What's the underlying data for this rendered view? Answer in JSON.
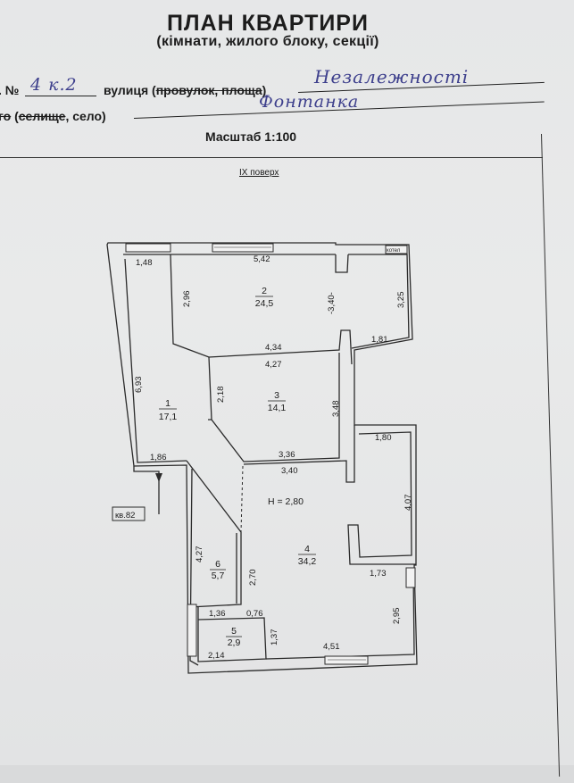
{
  "header": {
    "title": "ПЛАН КВАРТИРИ",
    "subtitle": "(кімнати, жилого блоку, секції)",
    "house_prefix": ". №",
    "house_number_handwritten": "4 к.2",
    "street_label_a": "вулиця (",
    "street_label_strike": "провулок, площа",
    "street_label_b": ")",
    "street_handwritten": "Незалежності",
    "settlement_prefix_strike": "го",
    "settlement_label_a": " (",
    "settlement_label_strike": "селище",
    "settlement_label_b": ", село)",
    "settlement_handwritten": "Фонтанка",
    "scale": "Масштаб 1:100"
  },
  "plan": {
    "floor": "IX поверх",
    "boiler": "котел",
    "height": "Н = 2,80",
    "entrance": "кв.82",
    "rooms": [
      {
        "number": "1",
        "area": "17,1"
      },
      {
        "number": "2",
        "area": "24,5"
      },
      {
        "number": "3",
        "area": "14,1"
      },
      {
        "number": "4",
        "area": "34,2"
      },
      {
        "number": "5",
        "area": "2,9"
      },
      {
        "number": "6",
        "area": "5,7"
      }
    ],
    "dimensions": {
      "d_148": "1,48",
      "d_542": "5,42",
      "d_296": "2,96",
      "d_340v": "-3,40-",
      "d_325": "3,25",
      "d_434": "4,34",
      "d_181": "1,81",
      "d_693": "6,93",
      "d_427h": "4,27",
      "d_218": "2,18",
      "d_348": "3,48",
      "d_180": "1,80",
      "d_336": "3,36",
      "d_340h": "3,40",
      "d_186": "1,86",
      "d_407": "4,07",
      "d_427v": "4,27",
      "d_270": "2,70",
      "d_173": "1,73",
      "d_136": "1,36",
      "d_076": "0,76",
      "d_295": "2,95",
      "d_137": "1,37",
      "d_214": "2,14",
      "d_451": "4,51"
    }
  }
}
